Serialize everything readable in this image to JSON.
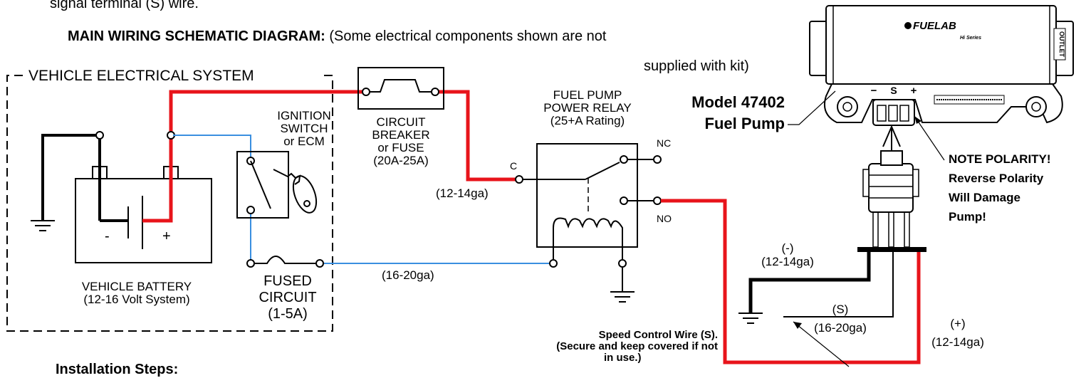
{
  "intro_text": "signal terminal (S) wire.",
  "heading": {
    "bold": "MAIN WIRING SCHEMATIC DIAGRAM:",
    "normal_line1": "(Some electrical components shown are not",
    "normal_line2": "supplied with kit)"
  },
  "vehicle_system_label": "VEHICLE ELECTRICAL SYSTEM",
  "battery": {
    "label_line1": "VEHICLE BATTERY",
    "label_line2": "(12-16 Volt System)",
    "minus": "-",
    "plus": "+"
  },
  "ignition": {
    "line1": "IGNITION",
    "line2": "SWITCH",
    "line3": "or ECM"
  },
  "fused_circuit": {
    "line1": "FUSED",
    "line2": "CIRCUIT",
    "line3": "(1-5A)"
  },
  "breaker": {
    "line1": "CIRCUIT",
    "line2": "BREAKER",
    "line3": "or FUSE",
    "line4": "(20A-25A)"
  },
  "relay": {
    "line1": "FUEL PUMP",
    "line2": "POWER RELAY",
    "line3": "(25+A Rating)",
    "c": "C",
    "nc": "NC",
    "no": "NO"
  },
  "gauges": {
    "power_feed": "(12-14ga)",
    "switched": "(16-20ga)",
    "neg_symbol": "(-)",
    "neg_gauge": "(12-14ga)",
    "s_symbol": "(S)",
    "s_gauge": "(16-20ga)",
    "pos_symbol": "(+)",
    "pos_gauge": "(12-14ga)"
  },
  "pump": {
    "model_line1": "Model 47402",
    "model_line2": "Fuel Pump",
    "brand": "FUELAB",
    "series": "Hi Series",
    "terminal_minus": "−",
    "terminal_s": "S",
    "terminal_plus": "+",
    "outlet": "OUTLET"
  },
  "note": {
    "line1": "NOTE POLARITY!",
    "line2": "Reverse Polarity",
    "line3": "Will Damage",
    "line4": "Pump!"
  },
  "speed_control": {
    "line1": "Speed Control Wire (S).",
    "line2": "(Secure and keep covered if not",
    "line3": "in use.)"
  },
  "footer_heading": "Installation Steps:",
  "colors": {
    "power_wire": "#e8141b",
    "signal_wire": "#3a8fe0",
    "ground_wire": "#000000"
  }
}
